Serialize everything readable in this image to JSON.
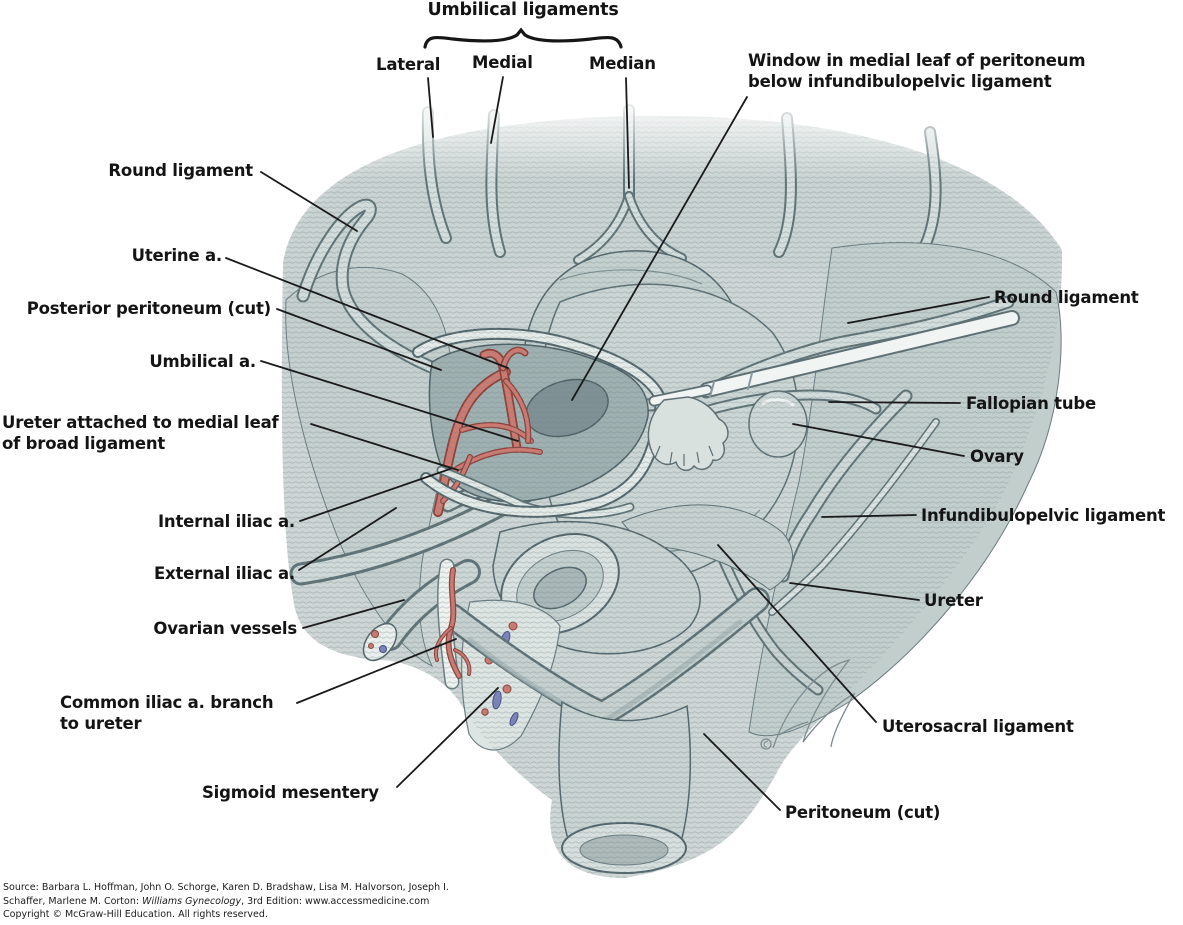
{
  "figure": {
    "bracket_label": {
      "title": "Umbilical ligaments",
      "items": [
        "Lateral",
        "Medial",
        "Median"
      ]
    },
    "labels": {
      "window": {
        "line1": "Window in medial leaf of peritoneum",
        "line2": "below infundibulopelvic ligament"
      },
      "round_ligament_left": "Round ligament",
      "uterine_a": "Uterine a.",
      "posterior_peritoneum": "Posterior peritoneum (cut)",
      "umbilical_a": "Umbilical a.",
      "ureter_attached": {
        "line1": "Ureter attached to medial leaf",
        "line2": "of broad ligament"
      },
      "internal_iliac_a": "Internal iliac a.",
      "external_iliac_a": "External iliac a.",
      "ovarian_vessels": "Ovarian vessels",
      "common_iliac_branch": {
        "line1": "Common iliac a. branch",
        "line2": "to ureter"
      },
      "sigmoid_mesentery": "Sigmoid mesentery",
      "round_ligament_right": "Round ligament",
      "fallopian_tube": "Fallopian tube",
      "ovary": "Ovary",
      "infundibulopelvic_ligament": "Infundibulopelvic ligament",
      "ureter": "Ureter",
      "uterosacral_ligament": "Uterosacral ligament",
      "peritoneum_cut": "Peritoneum (cut)"
    }
  },
  "footer": {
    "line1": "Source: Barbara L. Hoffman, John O. Schorge, Karen D. Bradshaw, Lisa M. Halvorson, Joseph I.",
    "line2_prefix": "Schaffer, Marlene M. Corton: ",
    "line2_italic": "Williams Gynecology",
    "line2_suffix": ", 3rd Edition: www.accessmedicine.com",
    "line3": "Copyright © McGraw-Hill Education. All rights reserved."
  },
  "colors": {
    "artery": "#c8756c",
    "vein": "#7b84b8",
    "tissue": "#ccd5d3",
    "outline": "#4a5c62",
    "label_text": "#141414"
  }
}
